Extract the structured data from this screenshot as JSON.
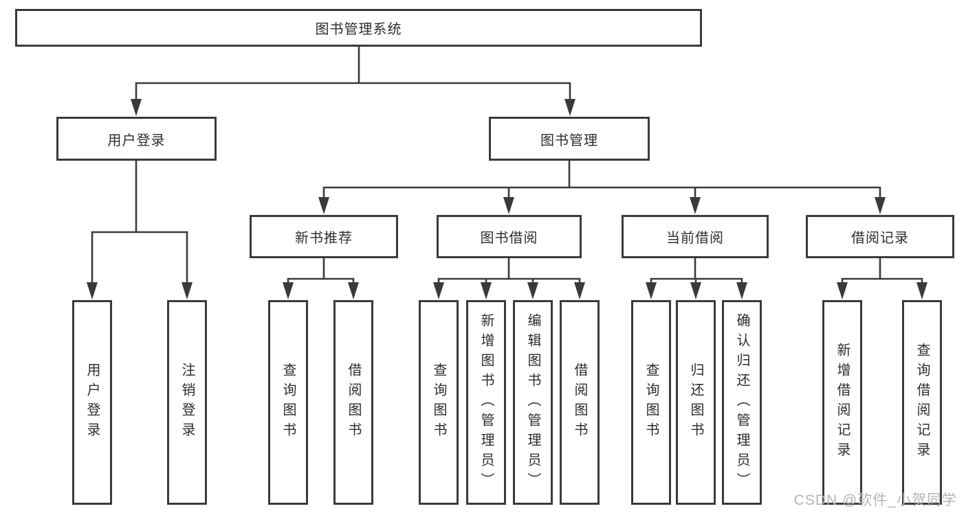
{
  "diagram": {
    "root": "图书管理系统",
    "level2": [
      "用户登录",
      "图书管理"
    ],
    "level3": [
      "新书推荐",
      "图书借阅",
      "当前借阅",
      "借阅记录"
    ],
    "leaves_user_login": [
      "用户登录",
      "注销登录"
    ],
    "leaves_new_book": [
      "查询图书",
      "借阅图书"
    ],
    "leaves_book_borrow": [
      "查询图书",
      "新增图书（管理员）",
      "编辑图书（管理员）",
      "借阅图书"
    ],
    "leaves_current_borrow": [
      "查询图书",
      "归还图书",
      "确认归还（管理员）"
    ],
    "leaves_borrow_record": [
      "新增借阅记录",
      "查询借阅记录"
    ]
  },
  "watermark": {
    "text": "CSDN @软件_小贺同学"
  },
  "colors": {
    "line": "#3a3a3e",
    "box_border": "#3a3a3e",
    "text": "#2d2d30",
    "watermark": "#b4b4b8",
    "background": "#ffffff"
  }
}
